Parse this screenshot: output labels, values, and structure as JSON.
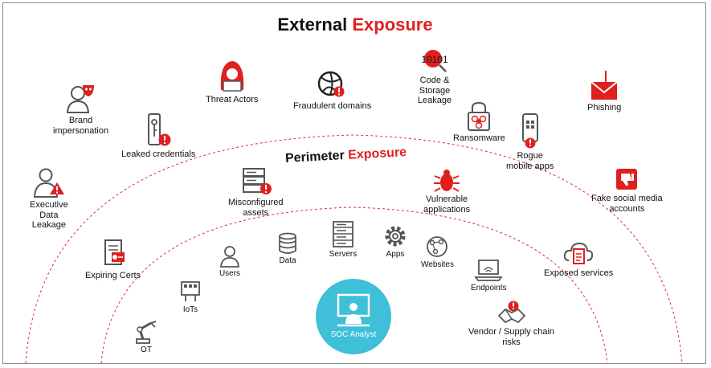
{
  "title": {
    "part1": "External",
    "part2": "Exposure"
  },
  "subtitle": {
    "part1": "Perimeter",
    "part2": "Exposure"
  },
  "colors": {
    "accent": "#e02020",
    "soc_circle": "#3fbfd8",
    "arc": "#e03030",
    "icon": "#555555"
  },
  "external": {
    "brand": "Brand\nimpersonation",
    "threat_actors": "Threat Actors",
    "fraudulent_domains": "Fraudulent domains",
    "code_leak": "Code &\nStorage\nLeakage",
    "code_bits": "10101",
    "phishing": "Phishing",
    "leaked_credentials": "Leaked credentials",
    "ransomware": "Ransomware",
    "rogue_apps": "Rogue\nmobile apps",
    "executive_leak": "Executive\nData\nLeakage",
    "fake_social": "Fake social media\naccounts"
  },
  "perimeter": {
    "misconfigured": "Misconfigured\nassets",
    "vulnerable": "Vulnerable\napplications",
    "expiring_certs": "Expiring Certs",
    "exposed_services": "Exposed services"
  },
  "internal": {
    "users": "Users",
    "data": "Data",
    "servers": "Servers",
    "apps": "Apps",
    "websites": "Websites",
    "endpoints": "Endpoints",
    "iots": "IoTs",
    "ot": "OT",
    "vendor": "Vendor / Supply chain\nrisks",
    "soc": "SOC Analyst"
  }
}
